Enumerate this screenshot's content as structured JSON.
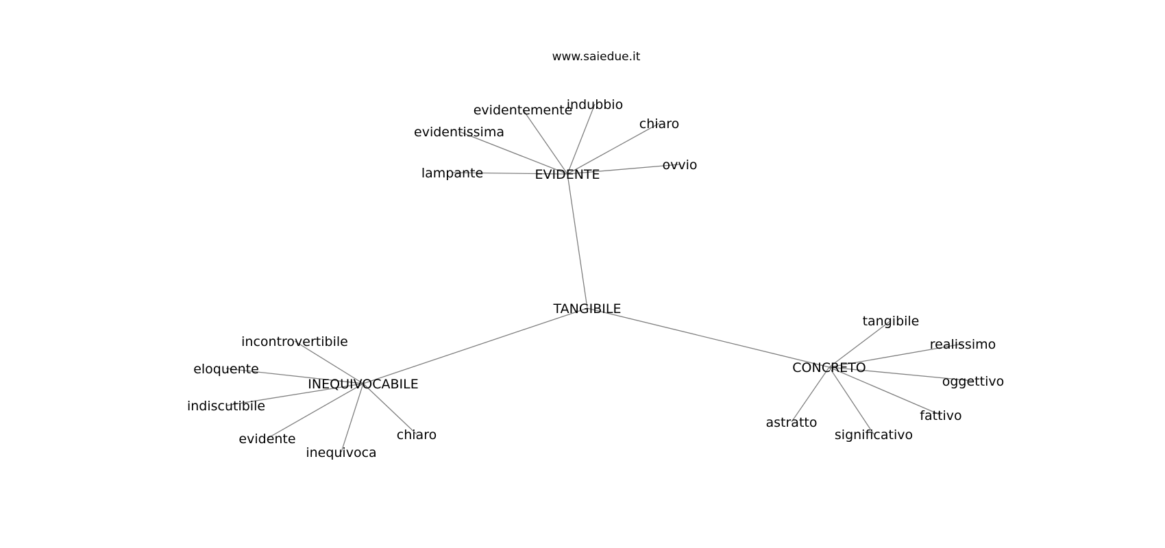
{
  "watermark": "www.saiedue.it",
  "graph": {
    "root": "TANGIBILE",
    "groups": [
      {
        "hub": "EVIDENTE",
        "leaves": [
          "evidentemente",
          "indubbio",
          "chiaro",
          "evidentissima",
          "lampante",
          "ovvio"
        ]
      },
      {
        "hub": "INEQUIVOCABILE",
        "leaves": [
          "incontrovertibile",
          "eloquente",
          "indiscutibile",
          "evidente",
          "inequivoca",
          "chiaro"
        ]
      },
      {
        "hub": "CONCRETO",
        "leaves": [
          "tangibile",
          "realissimo",
          "oggettivo",
          "fattivo",
          "significativo",
          "astratto"
        ]
      }
    ]
  },
  "colors": {
    "edge": "#7f7f7f",
    "text": "#000000",
    "background": "#ffffff"
  }
}
